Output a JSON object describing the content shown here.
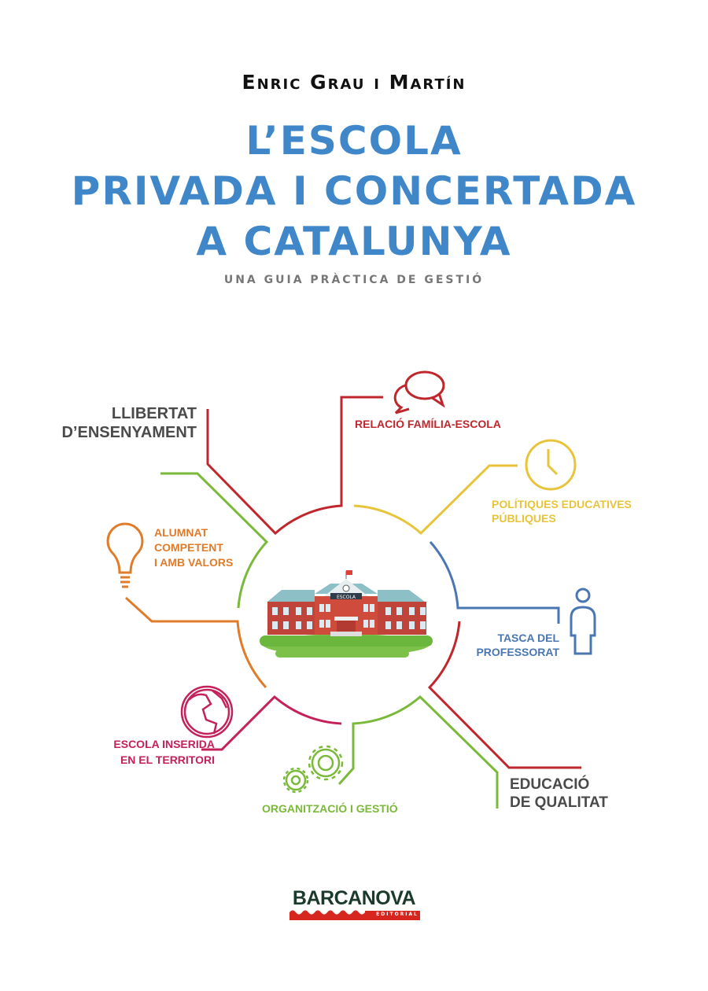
{
  "cover": {
    "author": "Enric Grau i Martín",
    "title_lines": [
      "L’ESCOLA",
      "PRIVADA I CONCERTADA",
      "A CATALUNYA"
    ],
    "subtitle": "UNA GUIA PRÀCTICA DE GESTIÓ"
  },
  "diagram": {
    "center_sign": "ESCOLA",
    "labels": {
      "llibertat": [
        "LLIBERTAT",
        "D’ENSENYAMENT"
      ],
      "relacio": "RELACIÓ FAMÍLIA-ESCOLA",
      "politiques": [
        "POLÍTIQUES EDUCATIVES",
        "PÚBLIQUES"
      ],
      "alumnat": [
        "ALUMNAT",
        "COMPETENT",
        "I AMB VALORS"
      ],
      "tasca": [
        "TASCA DEL",
        "PROFESSORAT"
      ],
      "escola": [
        "ESCOLA INSERIDA",
        "EN EL TERRITORI"
      ],
      "organitzacio": "ORGANITZACIÓ I GESTIÓ",
      "educacio": [
        "EDUCACIÓ",
        "DE QUALITAT"
      ]
    },
    "colors": {
      "title_blue": "#3f87c8",
      "red": "#c0272d",
      "green": "#7ab93a",
      "yellow": "#e8c43a",
      "blue": "#4a77b4",
      "orange": "#e07b2a",
      "magenta": "#c4215a",
      "dark_gray": "#4a4a4a"
    },
    "icons": [
      "speech-bubbles-icon",
      "clock-icon",
      "person-icon",
      "lightbulb-icon",
      "globe-icon",
      "gears-icon",
      "school-building-icon"
    ]
  },
  "publisher": {
    "name": "BARCANOVA",
    "sub": "EDITORIAL"
  }
}
